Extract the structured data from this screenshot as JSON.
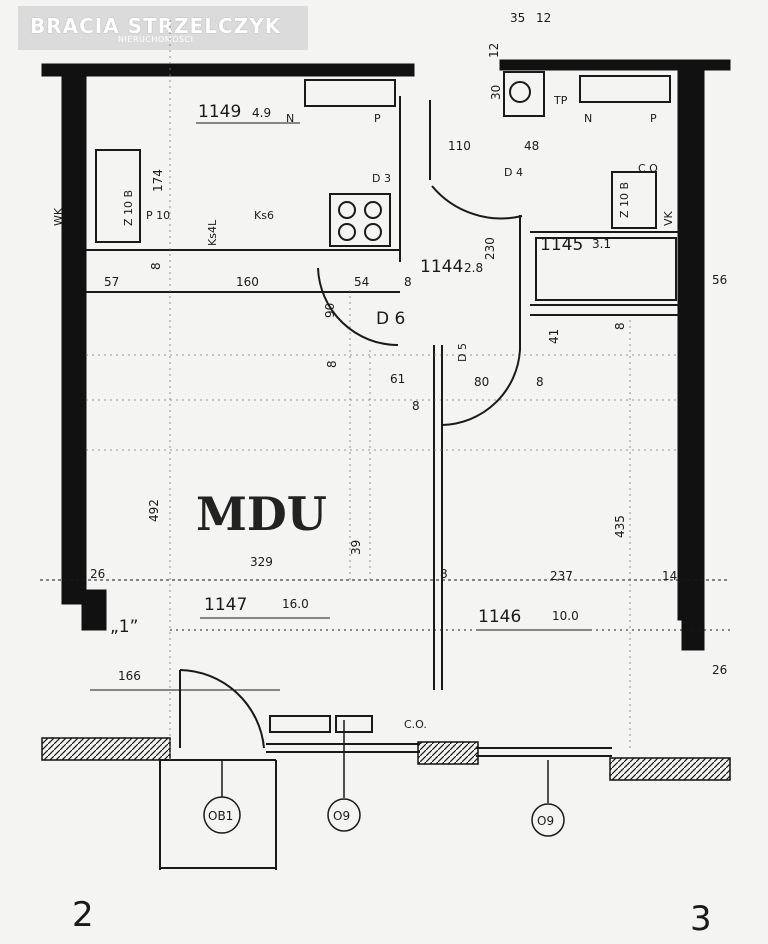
{
  "watermark": {
    "title": "BRACIA STRZELCZYK",
    "subtitle": "NIERUCHOMOŚCI"
  },
  "rooms": {
    "r1149": {
      "number": "1149",
      "area": "4.9"
    },
    "r1144": {
      "number": "1144",
      "area": "2.8"
    },
    "r1145": {
      "number": "1145",
      "area": "3.1"
    },
    "r1147": {
      "number": "1147",
      "area": "16.0"
    },
    "r1146": {
      "number": "1146",
      "area": "10.0"
    }
  },
  "dimensions": {
    "d35": "35",
    "d12a": "12",
    "d12b": "12",
    "d30": "30",
    "d174": "174",
    "d57": "57",
    "d160": "160",
    "d54": "54",
    "d8a": "8",
    "d8b": "8",
    "d8c": "8",
    "d8d": "8",
    "d8e": "8",
    "d8f": "8",
    "d8g": "8",
    "d230": "230",
    "d90": "90",
    "d61": "61",
    "d80": "80",
    "d41": "41",
    "d492": "492",
    "d435": "435",
    "d329": "329",
    "d237": "237",
    "d26a": "26",
    "d26b": "26",
    "d14": "14",
    "d39": "39",
    "d166": "166",
    "d56": "56",
    "d110": "110",
    "d48": "48"
  },
  "codes": {
    "p10": "P 10",
    "ks4l": "Ks4L",
    "ks6": "Ks6",
    "z10b": "Z 10 B",
    "z10b2": "Z 10 B",
    "wk": "WK",
    "vk": "VK",
    "tp": "TP",
    "n1": "N",
    "n2": "N",
    "p1": "P",
    "p2": "P",
    "d3": "D 3",
    "d4": "D 4",
    "d5": "D 5",
    "d6": "D 6",
    "co1": "C O",
    "co2": "C.O.",
    "quote1": "„1”",
    "mdu": "MDU"
  },
  "markers": {
    "ob1": "OB1",
    "o9a": "O9",
    "o9b": "O9"
  },
  "grid_labels": {
    "left": "2",
    "right": "3"
  },
  "colors": {
    "ink": "#1a1a1a",
    "paper": "#f4f4f2"
  }
}
